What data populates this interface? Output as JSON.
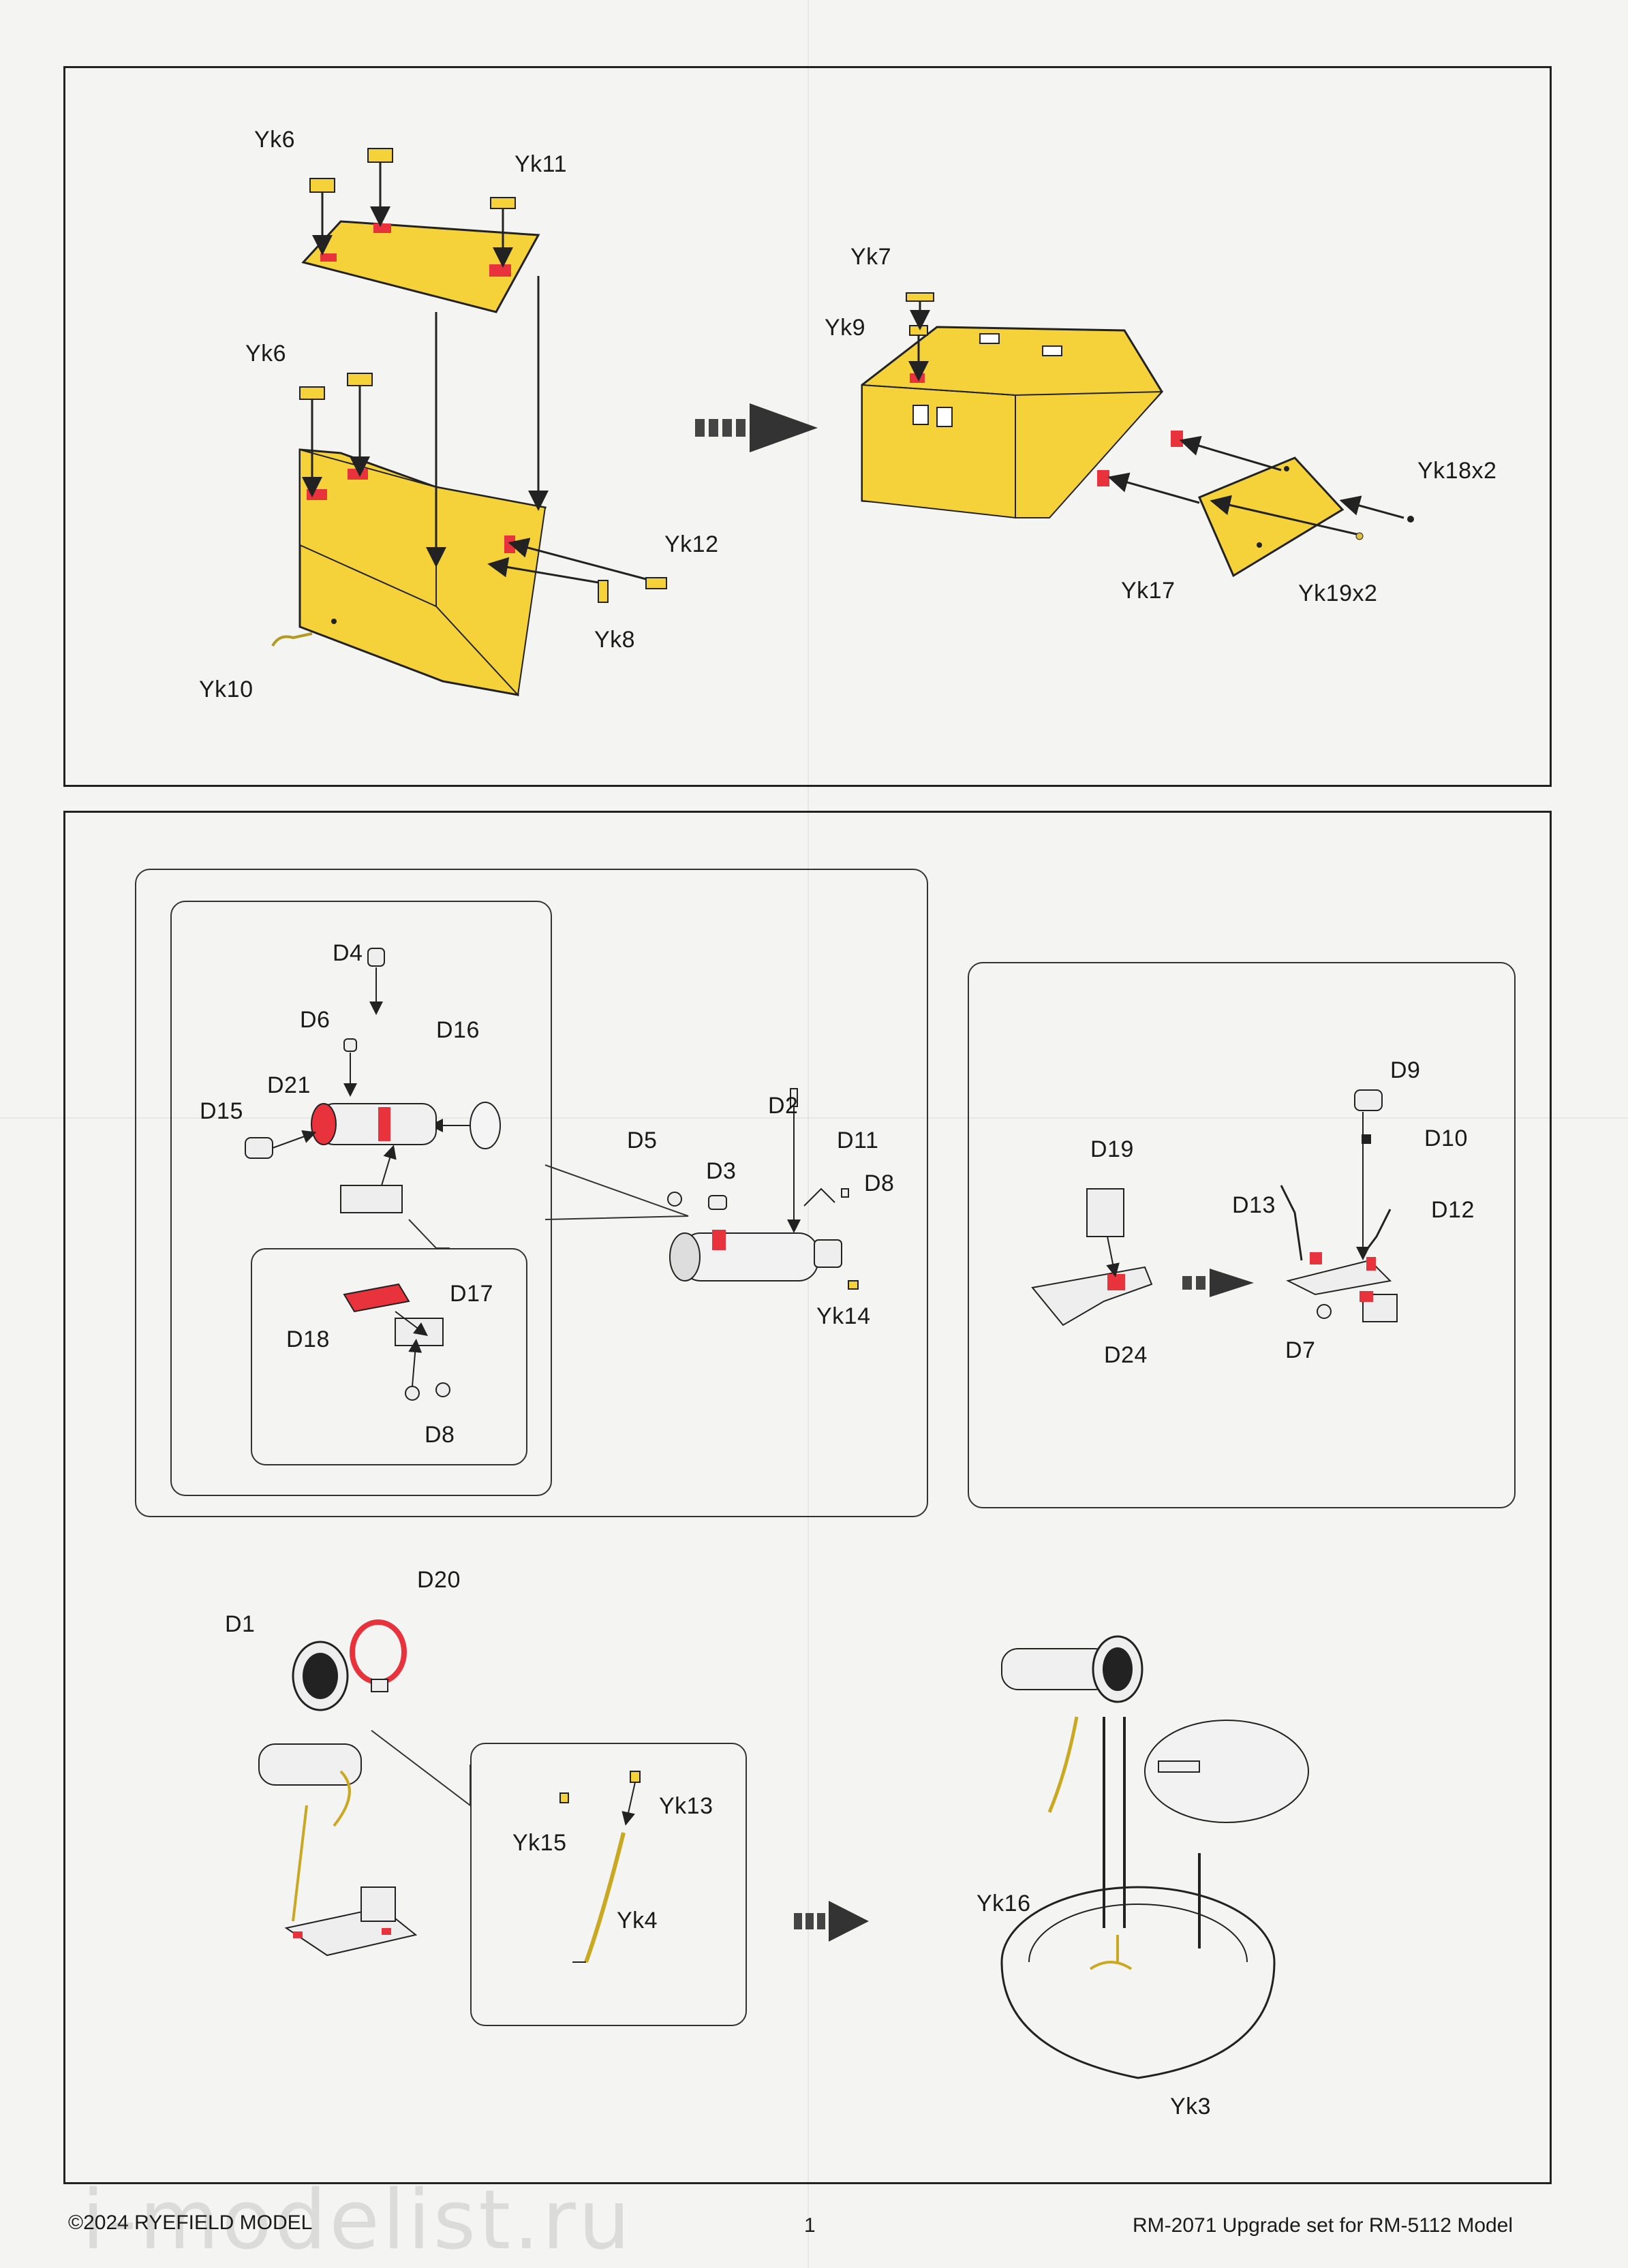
{
  "panel1": {
    "labels": {
      "yk6_top": "Yk6",
      "yk11": "Yk11",
      "yk6_mid": "Yk6",
      "yk12": "Yk12",
      "yk8": "Yk8",
      "yk10": "Yk10",
      "yk7": "Yk7",
      "yk9": "Yk9",
      "yk18": "Yk18x2",
      "yk17": "Yk17",
      "yk19": "Yk19x2"
    }
  },
  "panel2": {
    "gunsight_labels": {
      "d4": "D4",
      "d6": "D6",
      "d16": "D16",
      "d21": "D21",
      "d15": "D15",
      "d18": "D18",
      "d17": "D17",
      "d8a": "D8",
      "d2": "D2",
      "d11": "D11",
      "d5": "D5",
      "d3": "D3",
      "d8b": "D8",
      "yk14": "Yk14"
    },
    "bracket_labels": {
      "d9": "D9",
      "d19": "D19",
      "d10": "D10",
      "d13": "D13",
      "d12": "D12",
      "d24": "D24",
      "d7": "D7"
    },
    "lower_labels": {
      "d20": "D20",
      "d1": "D1",
      "yk13": "Yk13",
      "yk15": "Yk15",
      "yk4": "Yk4",
      "yk16": "Yk16",
      "yk3": "Yk3"
    }
  },
  "footer": {
    "copyright": "©2024 RYEFIELD MODEL",
    "page_number": "1",
    "set_title": "RM-2071 Upgrade set for RM-5112 Model"
  },
  "watermark": "i-modelist.ru",
  "colors": {
    "part_yellow": "#f5d23a",
    "glue_red": "#e8323c",
    "line": "#222222",
    "paper": "#f4f4f2"
  }
}
